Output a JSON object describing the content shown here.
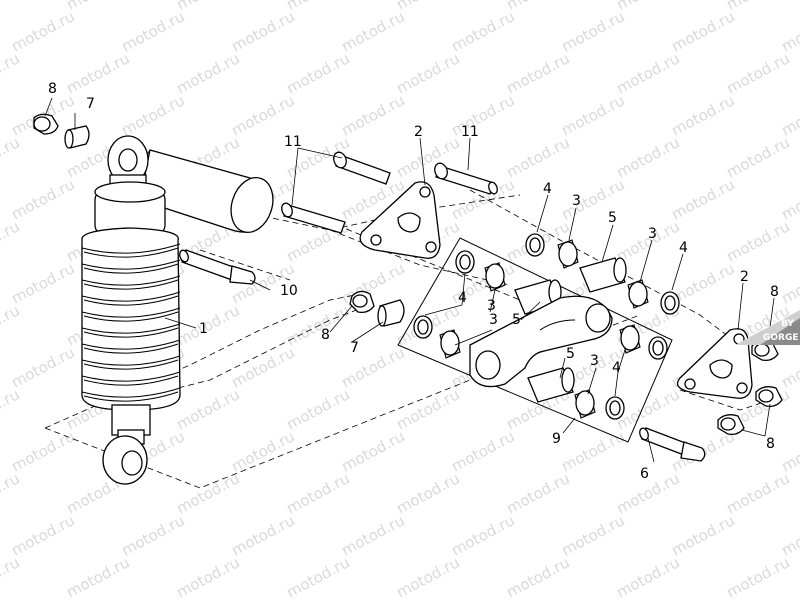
{
  "watermark": {
    "text": "motod.ru"
  },
  "callouts": {
    "c1": "1",
    "c2a": "2",
    "c2b": "2",
    "c3a": "3",
    "c3b": "3",
    "c3c": "3",
    "c3d": "3",
    "c3e": "3",
    "c4a": "4",
    "c4b": "4",
    "c4c": "4",
    "c4d": "4",
    "c5a": "5",
    "c5b": "5",
    "c5c": "5",
    "c6": "6",
    "c7a": "7",
    "c7b": "7",
    "c8a": "8",
    "c8b": "8",
    "c8c": "8",
    "c8d": "8",
    "c9": "9",
    "c10": "10",
    "c11a": "11",
    "c11b": "11"
  },
  "logo": {
    "line1": "BY",
    "line2": "GORGE"
  }
}
